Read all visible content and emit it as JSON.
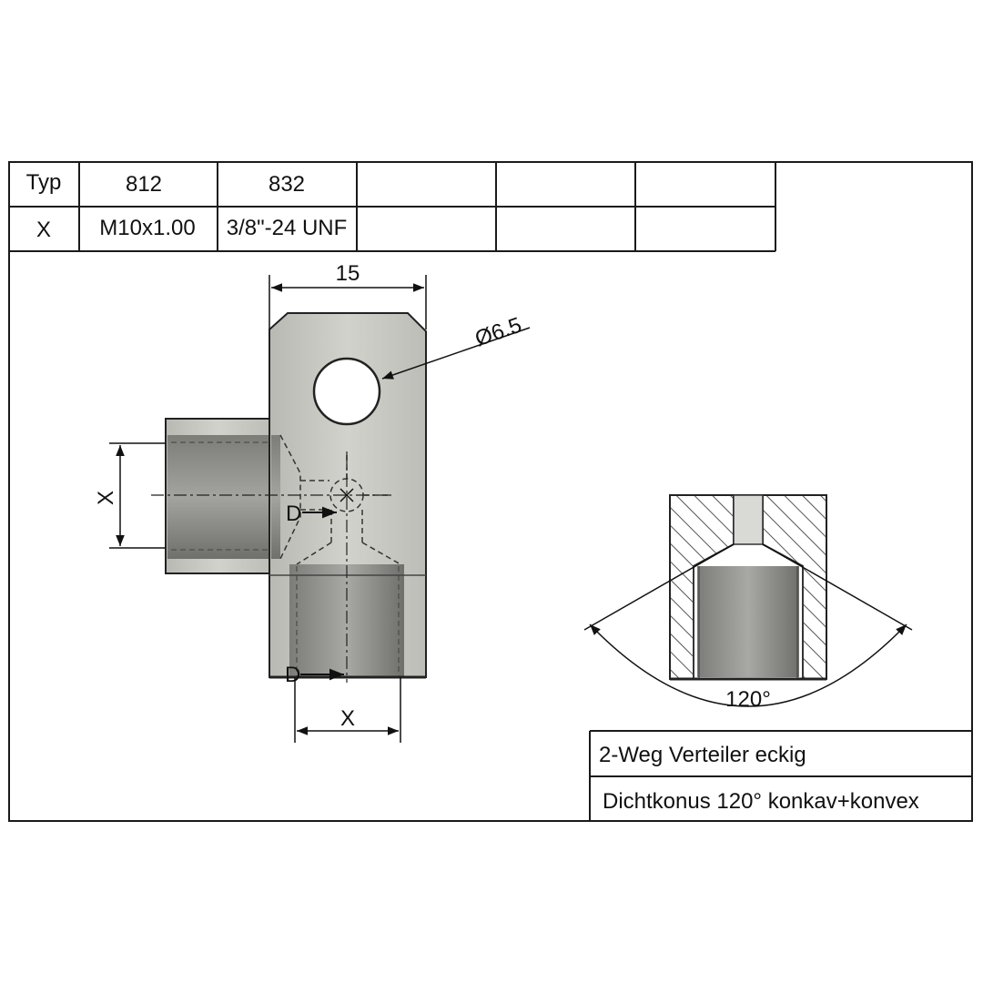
{
  "table": {
    "header": [
      "Typ",
      "812",
      "832",
      "",
      "",
      ""
    ],
    "row": [
      "X",
      "M10x1.00",
      "3/8\"-24 UNF",
      "",
      "",
      ""
    ]
  },
  "dimensions": {
    "width": "15",
    "hole_diameter": "Ø6.5",
    "thread_left": "X",
    "thread_bottom": "X",
    "d_label_center": "D",
    "d_label_bottom": "D",
    "cone_angle": "120°"
  },
  "title_block": {
    "line1": "2-Weg Verteiler eckig",
    "line2": "Dichtkonus 120° konkav+konvex"
  },
  "colors": {
    "frame": "#1a1a1a",
    "part_fill": "#c9c9c3",
    "thread_fill": "#8f8f8b",
    "hatch": "#555555"
  }
}
